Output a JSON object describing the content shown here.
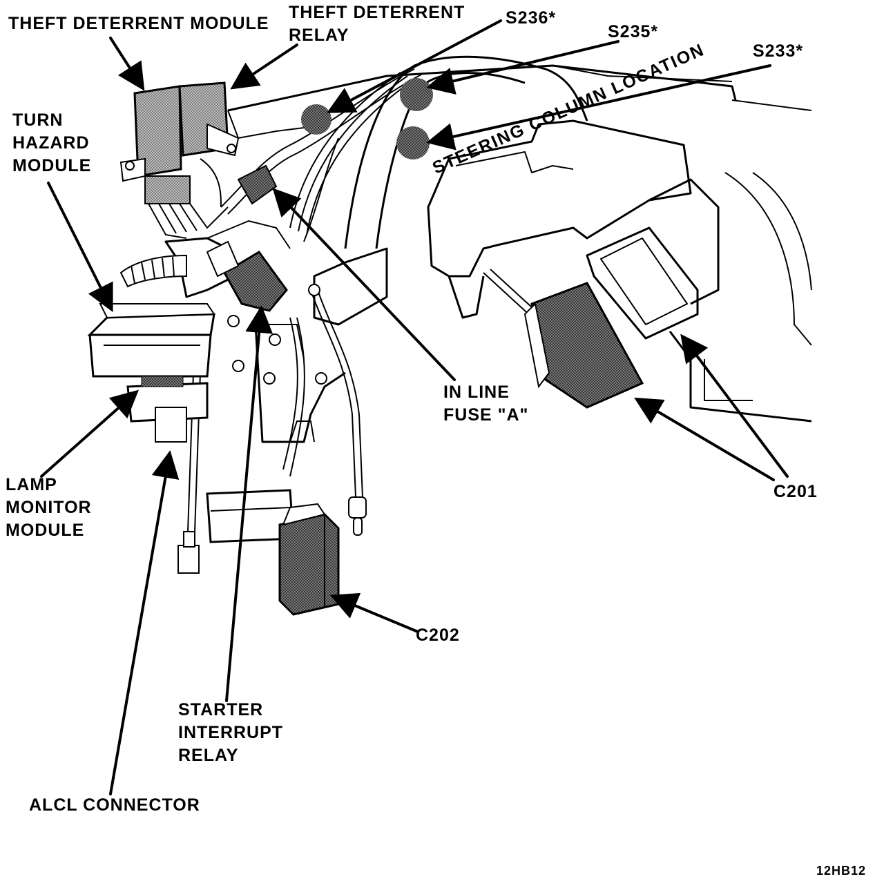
{
  "labels": {
    "theft_deterrent_module": "THEFT DETERRENT MODULE",
    "theft_deterrent_relay": [
      "THEFT DETERRENT",
      "RELAY"
    ],
    "s236": "S236*",
    "s235": "S235*",
    "s233": "S233*",
    "turn_hazard_module": [
      "TURN",
      "HAZARD",
      "MODULE"
    ],
    "steering_column_location": "STEERING COLUMN LOCATION",
    "in_line_fuse": [
      "IN LINE",
      "FUSE \"A\""
    ],
    "c201": "C201",
    "lamp_monitor_module": [
      "LAMP",
      "MONITOR",
      "MODULE"
    ],
    "c202": "C202",
    "starter_interrupt_relay": [
      "STARTER",
      "INTERRUPT",
      "RELAY"
    ],
    "alcl_connector": "ALCL CONNECTOR",
    "figure_code": "12HB12"
  },
  "colors": {
    "ink": "#000000",
    "paper": "#ffffff",
    "component_fill": "#9a9a9a",
    "splice_fill": "#8c8c8c"
  }
}
